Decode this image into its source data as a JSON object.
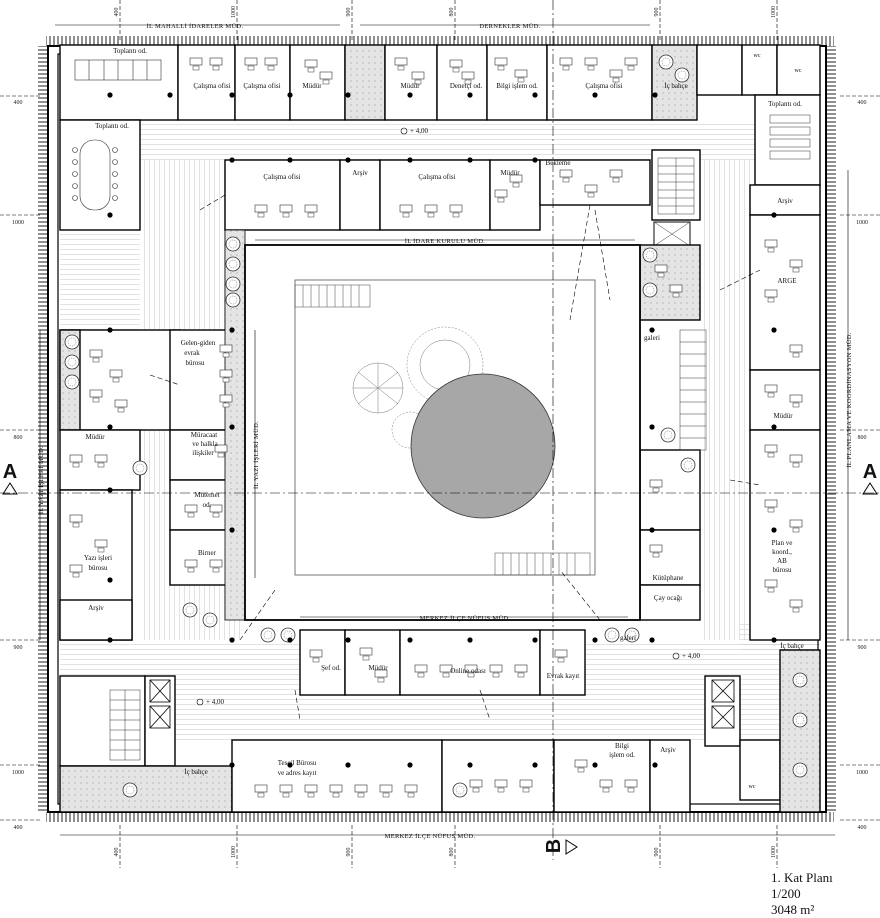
{
  "caption": {
    "title": "1. Kat Planı",
    "scale": "1/200",
    "area": "3048 m²"
  },
  "elevation": "+ 4,00",
  "section_marks": {
    "a": "A",
    "b": "B"
  },
  "departments": {
    "top_left": "İL MAHALLİ İDARELER MÜD.",
    "top_right": "DERNEKLER MÜD.",
    "inner_top": "İL İDARE KURULU MÜD.",
    "inner_left": "İL YAZI İŞLERİ MÜD.",
    "outer_left": "İL YAZI İŞLERİ MÜD.",
    "outer_right": "İL PLANLAMA VE KOORDİNASYON MÜD.",
    "inner_bottom": "MERKEZ İLÇE NÜFUS MÜD.",
    "outer_bottom": "MERKEZ İLÇE NÜFUS MÜD."
  },
  "rooms": {
    "toplanti_1": "Toplantı od.",
    "calisma_1": "Çalışma ofisi",
    "calisma_2": "Çalışma ofisi",
    "mudur_1": "Müdür",
    "mudur_2": "Müdür",
    "denetci": "Denetçi od.",
    "bilgi_islem_1": "Bilgi işlem od.",
    "calisma_3": "Çalışma ofisi",
    "ic_bahce_1": "İç bahçe",
    "wc_1": "wc",
    "wc_2": "wc",
    "toplanti_2": "Toplantı od.",
    "toplanti_3": "Toplantı od.",
    "calisma_4": "Çalışma ofisi",
    "arsiv_1": "Arşiv",
    "calisma_5": "Çalışma ofisi",
    "mudur_3": "Müdür",
    "bekleme": "Bekleme",
    "arsiv_2": "Arşiv",
    "arge": "ARGE",
    "galeri_1": "galeri",
    "gelen_giden_1": "Gelen-giden",
    "gelen_giden_2": "evrak",
    "gelen_giden_3": "bürosu",
    "muracaat_1": "Müracaat",
    "muracaat_2": "ve halkla",
    "muracaat_3": "ilişkiler",
    "mudur_4": "Müdür",
    "mutemet_1": "Mutemet",
    "mutemet_2": "od.",
    "yazi_isleri_1": "Yazı işleri",
    "yazi_isleri_2": "bürosu",
    "birner": "Birner",
    "arsiv_3": "Arşiv",
    "mudur_5": "Müdür",
    "plan_1": "Plan ve",
    "plan_2": "koord.,",
    "plan_3": "AB",
    "plan_4": "bürosu",
    "kutuphane": "Kütüphane",
    "cay_ocagi": "Çay ocağı",
    "galeri_2": "galeri",
    "ic_bahce_2": "İç bahçe",
    "sef_od": "Şef od.",
    "mudur_6": "Müdür",
    "online": "Online odası",
    "evrak_kayit": "Evrak kayıt",
    "ic_bahce_3": "İç bahçe",
    "tescil_1": "Tescil Bürosu",
    "tescil_2": "ve adres kayıt",
    "bilgi_islem_2": "Bilgi",
    "bilgi_islem_3": "işlem od.",
    "arsiv_4": "Arşiv",
    "wc_3": "wc"
  },
  "dimensions": {
    "top": [
      "400",
      "1000",
      "900",
      "800",
      "900",
      "1000"
    ],
    "bottom": [
      "400",
      "1000",
      "900",
      "800",
      "900",
      "1000"
    ],
    "left": [
      "400",
      "1000",
      "800",
      "900",
      "1000",
      "400"
    ],
    "right": [
      "400",
      "1000",
      "800",
      "900",
      "1000",
      "400"
    ]
  }
}
